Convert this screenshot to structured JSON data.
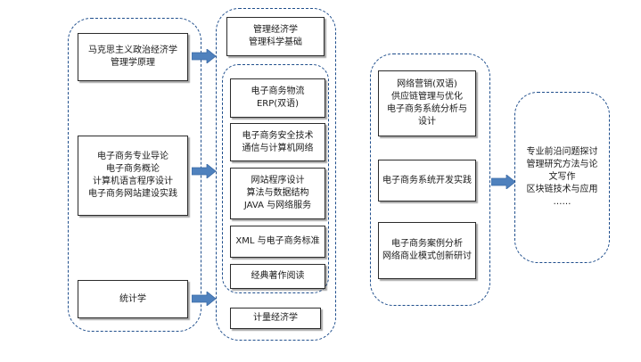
{
  "col1": {
    "box1": [
      "马克思主义政治经济学",
      "管理学原理"
    ],
    "box2": [
      "电子商务专业导论",
      "电子商务概论",
      "计算机语言程序设计",
      "电子商务网站建设实践"
    ],
    "box3": [
      "统计学"
    ]
  },
  "col2": {
    "top": [
      "管理经济学",
      "管理科学基础"
    ],
    "inner": [
      [
        "电子商务物流",
        "ERP(双语)"
      ],
      [
        "电子商务安全技术",
        "通信与计算机网络"
      ],
      [
        "网站程序设计",
        "算法与数据结构",
        "JAVA 与网络服务"
      ],
      [
        "XML 与电子商务标准"
      ],
      [
        "经典著作阅读"
      ]
    ],
    "bottom": [
      "计量经济学"
    ]
  },
  "col3": {
    "box1": [
      "网络营销(双语)",
      "供应链管理与优化",
      "电子商务系统分析与",
      "设计"
    ],
    "box2": [
      "电子商务系统开发实践"
    ],
    "box3": [
      "电子商务案例分析",
      "网络商业模式创新研讨"
    ]
  },
  "col4": {
    "lines": [
      "专业前沿问题探讨",
      "管理研究方法与论",
      "文写作",
      "区块链技术与应用",
      "……"
    ]
  },
  "colors": {
    "dashed_border": "#1f4e8c",
    "arrow_fill": "#4f81bd",
    "box_border": "#2b2b2b"
  }
}
